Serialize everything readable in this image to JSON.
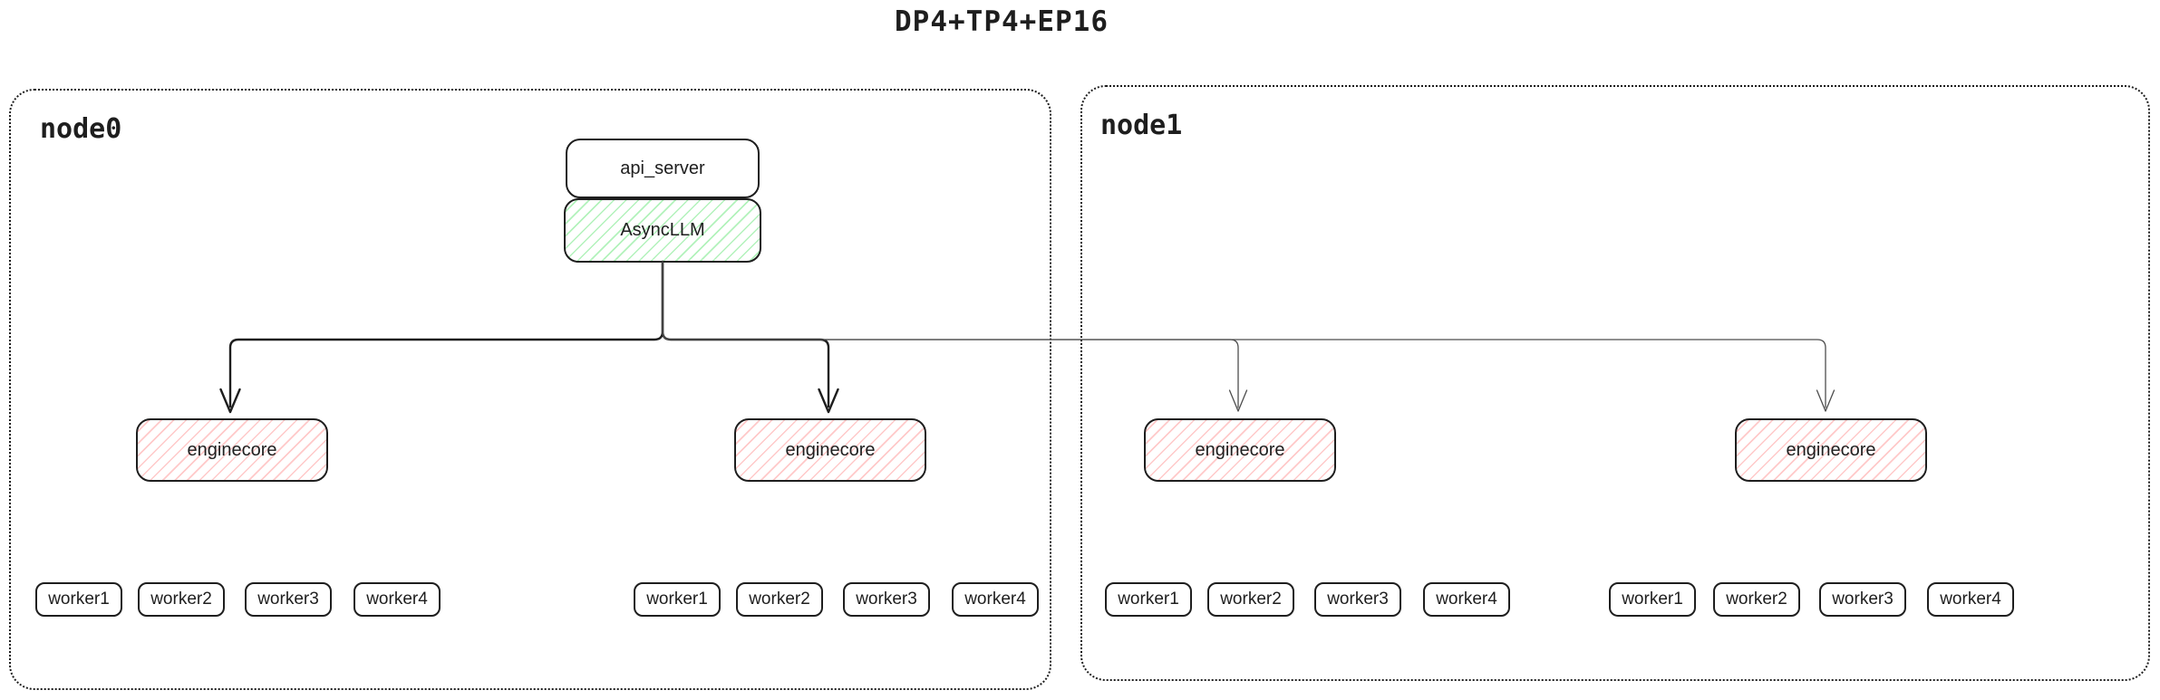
{
  "title": "DP4+TP4+EP16",
  "colors": {
    "stroke": "#1e1e1e",
    "green_hatch": "#b2f2bb",
    "red_hatch": "#ffc9c9",
    "thin_arrow": "#4d4d4d",
    "background": "#ffffff"
  },
  "node0": {
    "label": "node0",
    "api_server": {
      "label": "api_server"
    },
    "async_llm": {
      "label": "AsyncLLM"
    },
    "enginecores": [
      {
        "label": "enginecore",
        "workers": [
          "worker1",
          "worker2",
          "worker3",
          "worker4"
        ]
      },
      {
        "label": "enginecore",
        "workers": [
          "worker1",
          "worker2",
          "worker3",
          "worker4"
        ]
      }
    ]
  },
  "node1": {
    "label": "node1",
    "enginecores": [
      {
        "label": "enginecore",
        "workers": [
          "worker1",
          "worker2",
          "worker3",
          "worker4"
        ]
      },
      {
        "label": "enginecore",
        "workers": [
          "worker1",
          "worker2",
          "worker3",
          "worker4"
        ]
      }
    ]
  }
}
